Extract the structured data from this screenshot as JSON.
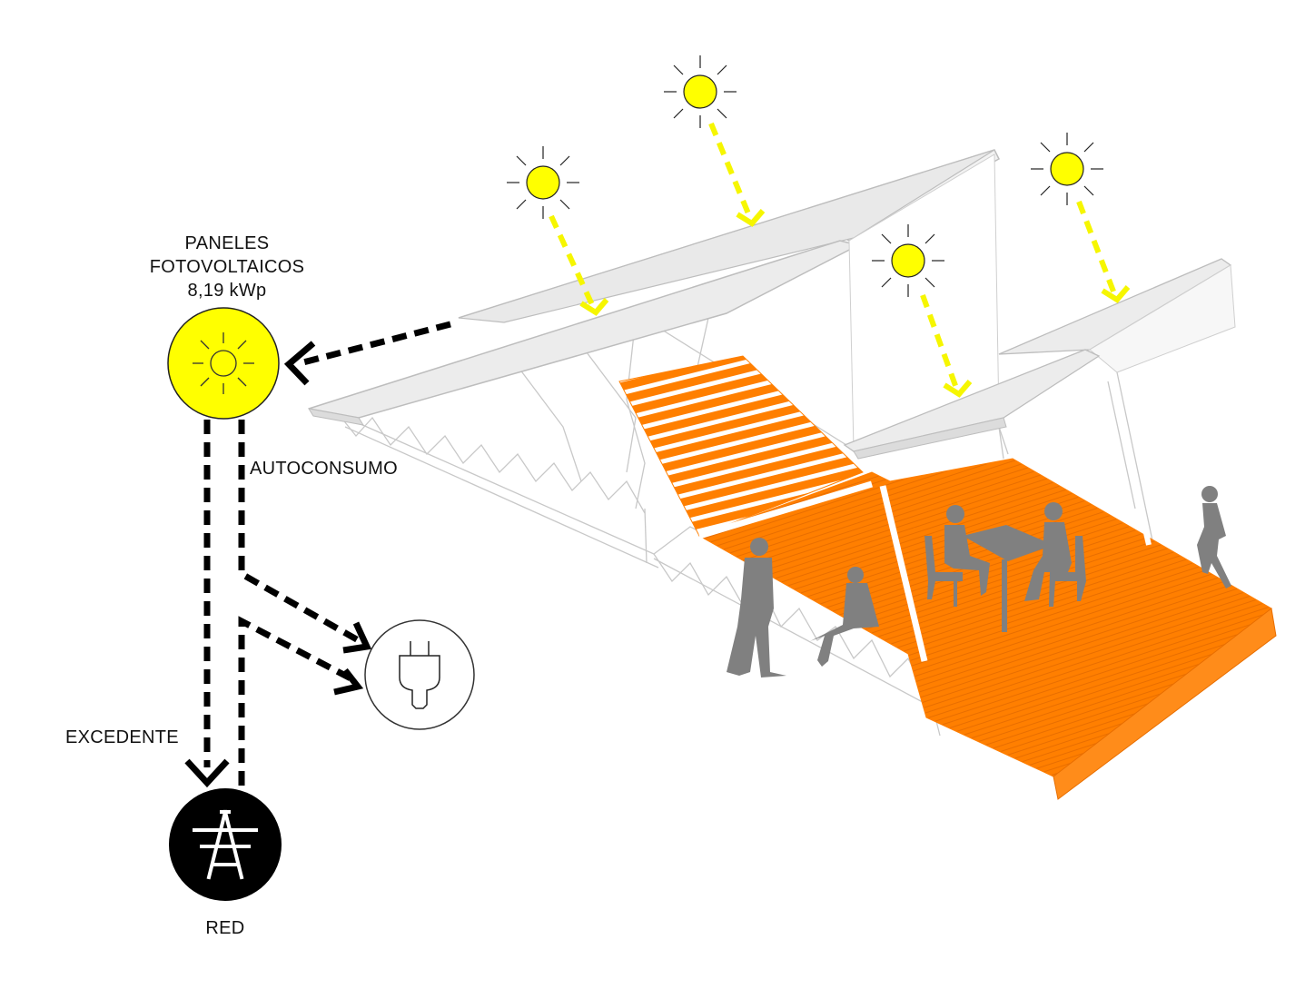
{
  "labels": {
    "panels_line1": "PANELES",
    "panels_line2": "FOTOVOLTAICOS",
    "panels_line3": "8,19 kWp",
    "autoconsumo": "AUTOCONSUMO",
    "excedente": "EXCEDENTE",
    "red": "RED"
  },
  "colors": {
    "sun_yellow": "#ffff00",
    "ray_yellow": "#f6f600",
    "deck_orange": "#ff7f00",
    "panel_grey": "#e6e6e6",
    "silhouette_grey": "#808080",
    "flow_black": "#000000"
  },
  "icons": [
    "sun-icon",
    "plug-icon",
    "power-tower-icon"
  ]
}
